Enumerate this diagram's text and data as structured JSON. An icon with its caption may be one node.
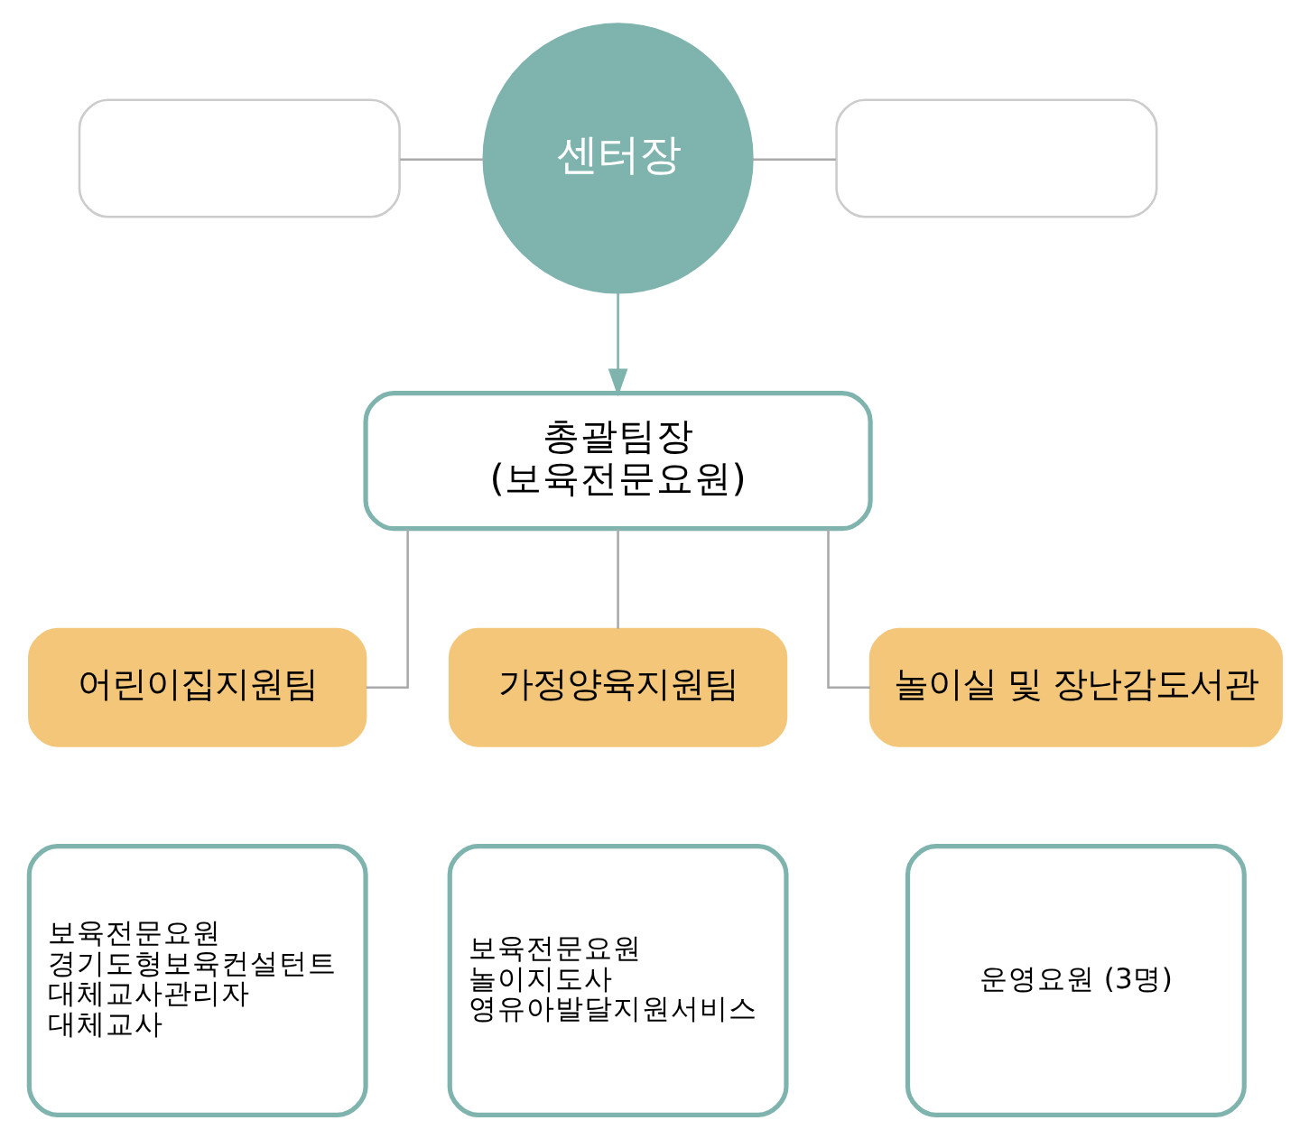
{
  "diagram": {
    "nodes": [
      {
        "text": [],
        "shape": "box"
      },
      {
        "text": [
          "센터장"
        ]
      },
      {
        "text": [],
        "shape": "box"
      },
      {
        "text": [
          "총괄팀장",
          "(보육전문요원)"
        ]
      },
      {
        "text": [
          "어린이집지원팀"
        ]
      },
      {
        "text": [
          "가정양육지원팀"
        ]
      },
      {
        "text": [
          "놀이실 및 장난감도서관"
        ]
      },
      {
        "text": [
          "보육전문요원",
          "경기도형보육컨설턴트",
          "대체교사관리자",
          "대체교사"
        ]
      },
      {
        "text": [
          "보육전문요원",
          "놀이지도사",
          "영유아발달지원서비스"
        ]
      },
      {
        "text": [
          "운영요원 (3명)"
        ]
      }
    ],
    "edges": [
      {
        "from": 0,
        "to": 1,
        "arrow": "none"
      },
      {
        "from": 1,
        "to": 2,
        "arrow": "none"
      },
      {
        "from": 1,
        "to": 3,
        "arrow": "to"
      },
      {
        "from": 3,
        "to": 4,
        "arrow": "none"
      },
      {
        "from": 3,
        "to": 5,
        "arrow": "none"
      },
      {
        "from": 3,
        "to": 6,
        "arrow": "none"
      }
    ]
  }
}
